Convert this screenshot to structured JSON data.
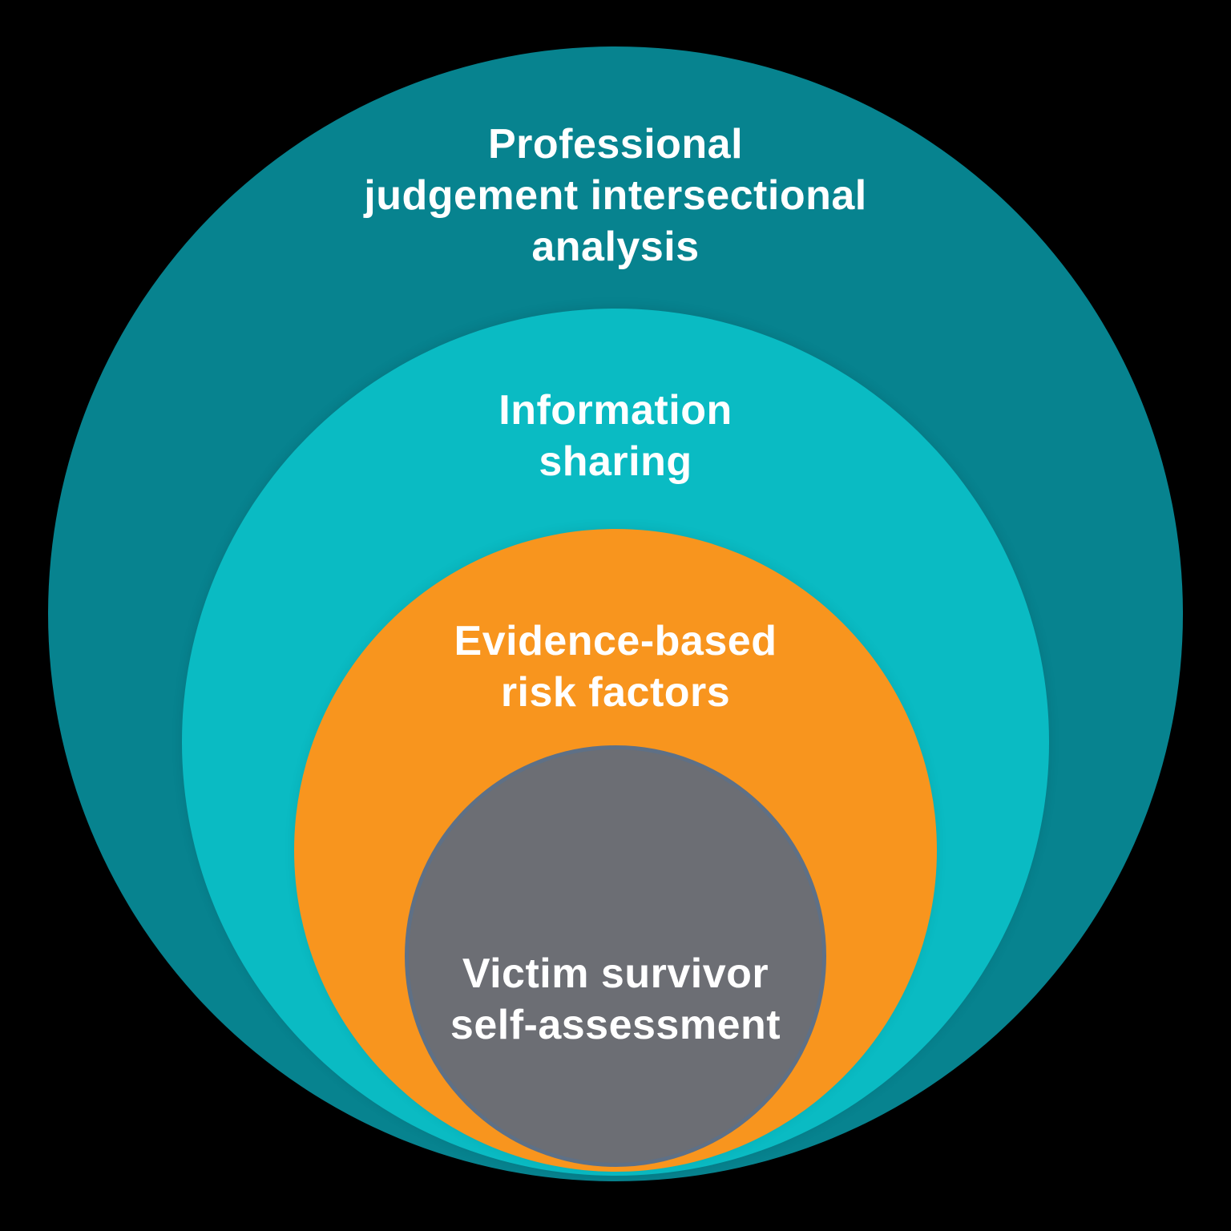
{
  "diagram": {
    "type": "nested-circles",
    "background_color": "#000000",
    "text_color": "#FFFFFF",
    "rings": [
      {
        "id": "professional-judgement-intersectional-analysis",
        "label": "Professional judgement intersectional analysis",
        "lines": [
          "Professional",
          "judgement intersectional",
          "analysis"
        ],
        "color": "#07838F"
      },
      {
        "id": "information-sharing",
        "label": "Information sharing",
        "lines": [
          "Information",
          "sharing"
        ],
        "color": "#0ABBC3"
      },
      {
        "id": "evidence-based-risk-factors",
        "label": "Evidence-based risk factors",
        "lines": [
          "Evidence-based",
          "risk factors"
        ],
        "color": "#F8951E"
      },
      {
        "id": "victim-survivor-self-assessment",
        "label": "Victim survivor self-assessment",
        "lines": [
          "Victim survivor",
          "self-assessment"
        ],
        "color": "#6C6E74",
        "edge_color": "#5E7086"
      }
    ]
  }
}
